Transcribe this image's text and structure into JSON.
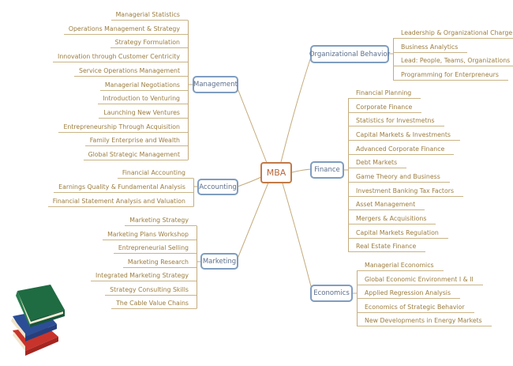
{
  "root": {
    "label": "MBA"
  },
  "branches": {
    "management": {
      "label": "Management",
      "items": [
        "Managerial Statistics",
        "Operations Management & Strategy",
        "Strategy Formulation",
        "Innovation through Customer Centricity",
        "Service Operations Management",
        "Managerial Negotiations",
        "Introduction to Venturing",
        "Launching New Ventures",
        "Entrepreneurship Through Acquisition",
        "Family Enterprise and Wealth",
        "Global Strategic Management"
      ]
    },
    "accounting": {
      "label": "Accounting",
      "items": [
        "Financial Accounting",
        "Earnings Quality & Fundamental Analysis",
        "Financial Statement Analysis and Valuation"
      ]
    },
    "marketing": {
      "label": "Marketing",
      "items": [
        "Marketing Strategy",
        "Marketing Plans Workshop",
        "Entrepreneurial Selling",
        "Marketing Research",
        "Integrated Marketing Strategy",
        "Strategy Consulting Skills",
        "The Cable Value Chains"
      ]
    },
    "organizational_behavior": {
      "label": "Organizational Behavior",
      "items": [
        "Leadership & Organizational Charge",
        "Business Analytics",
        "Lead: People, Teams, Organizations",
        "Programming for Enterpreneurs"
      ]
    },
    "finance": {
      "label": "Finance",
      "items": [
        "Financial Planning",
        "Corporate Finance",
        "Statistics for Investmetns",
        "Capital Markets & Investments",
        "Advanced Corporate Finance",
        "Debt Markets",
        "Game Theory and Business",
        "Investment Banking Tax Factors",
        "Asset Management",
        "Mergers & Acquisitions",
        "Capital Markets Regulation",
        "Real Estate Finance"
      ]
    },
    "economics": {
      "label": "Economics",
      "items": [
        "Managerial Economics",
        "Global Economic Environment I & II",
        "Applied Regression Analysis",
        "Economics of Strategic Behavior",
        "New Developments in Energy Markets"
      ]
    }
  },
  "colors": {
    "root_border": "#c27a47",
    "node_border": "#7f9dc1",
    "leaf_text": "#9b7c3e",
    "line": "#c9b487"
  }
}
